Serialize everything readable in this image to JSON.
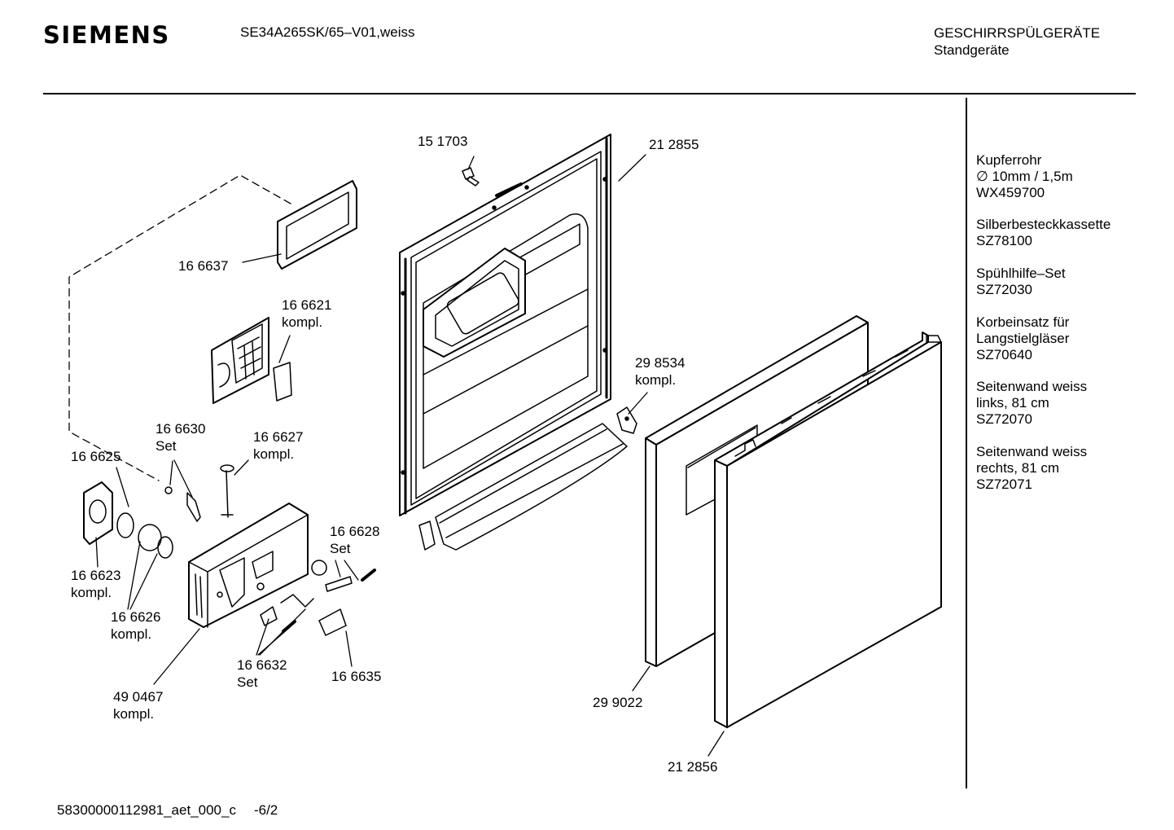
{
  "header": {
    "brand": "SIEMENS",
    "model": "SE34A265SK/65–V01,weiss",
    "category_line1": "GESCHIRRSPÜLGERÄTE",
    "category_line2": "Standgeräte"
  },
  "accessories": [
    {
      "line1": "Kupferrohr",
      "line2": "∅ 10mm / 1,5m",
      "line3": "WX459700"
    },
    {
      "line1": "Silberbesteckkassette",
      "line2": "SZ78100",
      "line3": ""
    },
    {
      "line1": "Spühlhilfe–Set",
      "line2": "SZ72030",
      "line3": ""
    },
    {
      "line1": "Korbeinsatz für",
      "line2": "Langstielgläser",
      "line3": "SZ70640"
    },
    {
      "line1": "Seitenwand weiss",
      "line2": "links, 81 cm",
      "line3": "SZ72070"
    },
    {
      "line1": "Seitenwand weiss",
      "line2": "rechts, 81 cm",
      "line3": "SZ72071"
    }
  ],
  "parts": {
    "p151703": {
      "number": "15 1703",
      "note": ""
    },
    "p212855": {
      "number": "21 2855",
      "note": ""
    },
    "p166637": {
      "number": "16 6637",
      "note": ""
    },
    "p166621": {
      "number": "16 6621",
      "note": "kompl."
    },
    "p298534": {
      "number": "29 8534",
      "note": "kompl."
    },
    "p166630": {
      "number": "16 6630",
      "note": "Set"
    },
    "p166627": {
      "number": "16 6627",
      "note": "kompl."
    },
    "p166625": {
      "number": "16 6625",
      "note": ""
    },
    "p166628": {
      "number": "16 6628",
      "note": "Set"
    },
    "p166623": {
      "number": "16 6623",
      "note": "kompl."
    },
    "p166626": {
      "number": "16 6626",
      "note": "kompl."
    },
    "p166632": {
      "number": "16 6632",
      "note": "Set"
    },
    "p166635": {
      "number": "16 6635",
      "note": ""
    },
    "p490467": {
      "number": "49 0467",
      "note": "kompl."
    },
    "p299022": {
      "number": "29 9022",
      "note": ""
    },
    "p212856": {
      "number": "21 2856",
      "note": ""
    }
  },
  "footer": {
    "doc_id": "58300000112981_aet_000_c",
    "page": "-6/2"
  }
}
